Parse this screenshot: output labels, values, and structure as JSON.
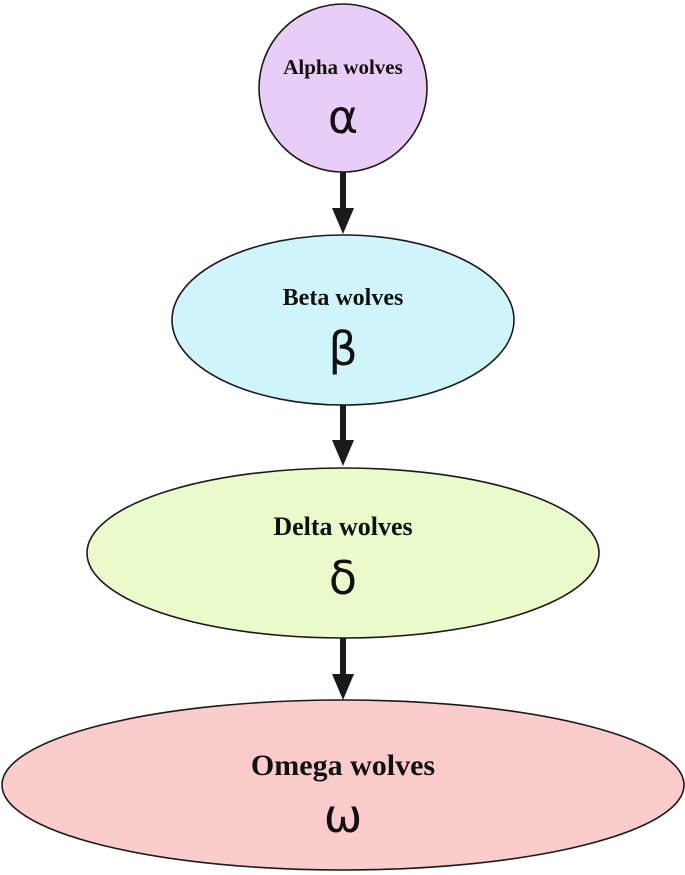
{
  "nodes": [
    {
      "id": "alpha",
      "label": "Alpha wolves",
      "symbol": "α",
      "color": "#e8cdf7",
      "shape": "circle"
    },
    {
      "id": "beta",
      "label": "Beta wolves",
      "symbol": "β",
      "color": "#cff5fa",
      "shape": "ellipse"
    },
    {
      "id": "delta",
      "label": "Delta wolves",
      "symbol": "δ",
      "color": "#eafacb",
      "shape": "ellipse"
    },
    {
      "id": "omega",
      "label": "Omega wolves",
      "symbol": "ω",
      "color": "#fccbcb",
      "shape": "ellipse"
    }
  ],
  "edges": [
    {
      "from": "alpha",
      "to": "beta"
    },
    {
      "from": "beta",
      "to": "delta"
    },
    {
      "from": "delta",
      "to": "omega"
    }
  ]
}
